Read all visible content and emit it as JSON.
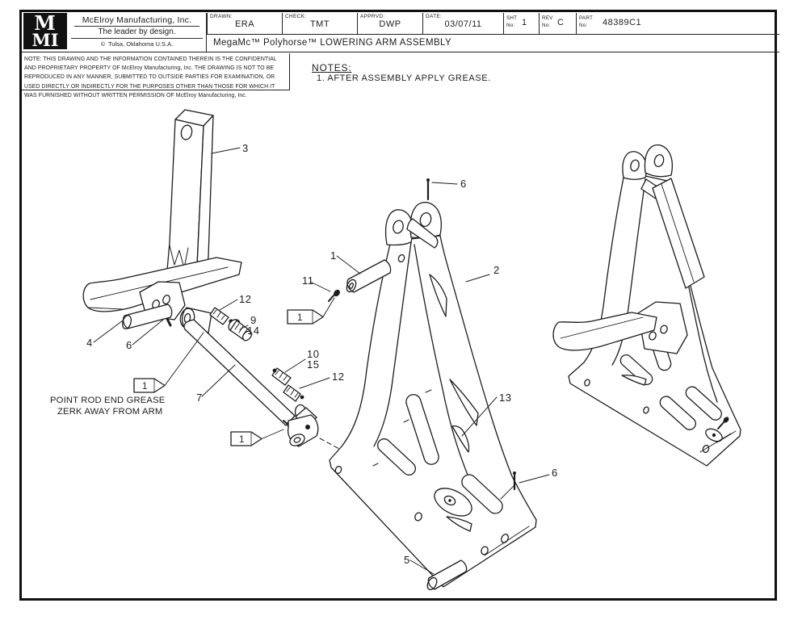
{
  "page": {
    "background": "#ffffff",
    "line_color": "#1c1c1c"
  },
  "title_block": {
    "logo_line1": "M",
    "logo_line2": "MI",
    "company_name": "McElroy Manufacturing, Inc.",
    "tagline": "The leader by design.",
    "reg_symbol": "©",
    "location": "Tulsa, Oklahoma U.S.A.",
    "drawn": {
      "label": "DRAWN:",
      "value": "ERA"
    },
    "check": {
      "label": "CHECK:",
      "value": "TMT"
    },
    "apprvd": {
      "label": "APPRVD:",
      "value": "DWP"
    },
    "date": {
      "label": "DATE:",
      "value": "03/07/11"
    },
    "sht": {
      "label1": "SHT",
      "label2": "No:",
      "value": "1"
    },
    "rev": {
      "label1": "REV",
      "label2": "No:",
      "value": "C"
    },
    "part": {
      "label1": "PART",
      "label2": "No:",
      "value": "48389C1"
    },
    "drawing_title": "MegaMc™ Polyhorse™ LOWERING ARM ASSEMBLY",
    "confidentiality_note": "NOTE: THIS DRAWING AND THE INFORMATION CONTAINED THEREIN IS THE CONFIDENTIAL AND PROPRIETARY PROPERTY OF McElroy Manufacturing, Inc. THE DRAWING IS NOT TO BE REPRODUCED IN ANY MANNER, SUBMITTED TO OUTSIDE PARTIES FOR EXAMINATION, OR USED DIRECTLY OR INDIRECTLY FOR THE PURPOSES OTHER THAN THOSE FOR WHICH IT WAS FURNISHED WITHOUT WRITTEN PERMISSION OF McElroy Manufacturing, Inc."
  },
  "notes": {
    "heading": "NOTES:",
    "item1": "1. AFTER ASSEMBLY APPLY GREASE."
  },
  "drawing": {
    "grease_note": {
      "line1": "POINT ROD END GREASE",
      "line2": "ZERK AWAY FROM ARM"
    },
    "flags": {
      "a": "1",
      "b": "1",
      "c": "1"
    },
    "callouts": {
      "c1": "1",
      "c2": "2",
      "c3": "3",
      "c4": "4",
      "c5": "5",
      "c6_top": "6",
      "c6_left": "6",
      "c6_right": "6",
      "c7": "7",
      "c9": "9",
      "c10": "10",
      "c11": "11",
      "c12_a": "12",
      "c12_b": "12",
      "c13": "13",
      "c14": "14",
      "c15": "15"
    }
  }
}
